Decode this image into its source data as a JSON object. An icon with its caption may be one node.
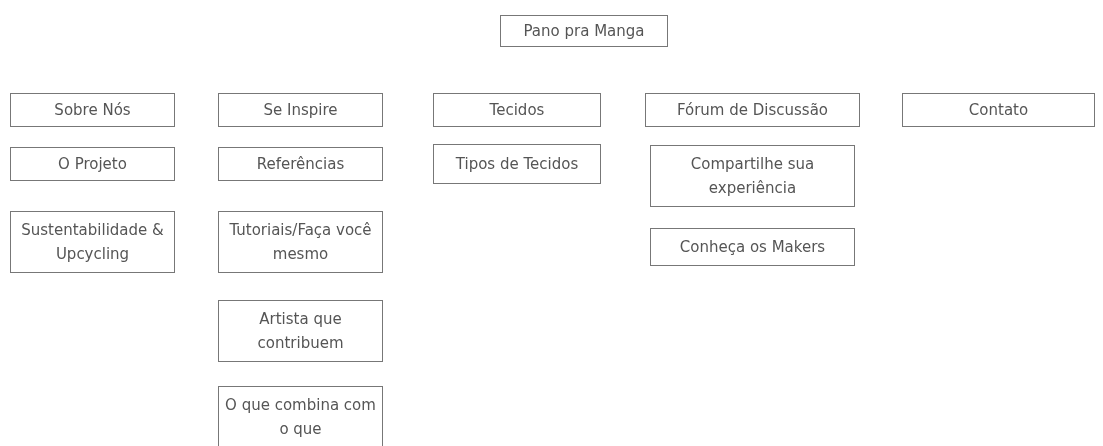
{
  "diagram": {
    "nodes": [
      {
        "text": [
          "Pano pra Manga"
        ]
      },
      {
        "text": [
          "Sobre Nós"
        ]
      },
      {
        "text": [
          "O Projeto"
        ]
      },
      {
        "text": [
          "Sustentabilidade & Upcycling"
        ]
      },
      {
        "text": [
          "Se Inspire"
        ]
      },
      {
        "text": [
          "Referências"
        ]
      },
      {
        "text": [
          "Tutoriais/Faça você mesmo"
        ]
      },
      {
        "text": [
          "Artista que contribuem"
        ]
      },
      {
        "text": [
          "O que combina com o que"
        ]
      },
      {
        "text": [
          "Tecidos"
        ]
      },
      {
        "text": [
          "Tipos de Tecidos"
        ]
      },
      {
        "text": [
          "Fórum de Discussão"
        ]
      },
      {
        "text": [
          "Compartilhe sua experiência"
        ]
      },
      {
        "text": [
          "Conheça os Makers"
        ]
      },
      {
        "text": [
          "Contato"
        ]
      }
    ]
  }
}
